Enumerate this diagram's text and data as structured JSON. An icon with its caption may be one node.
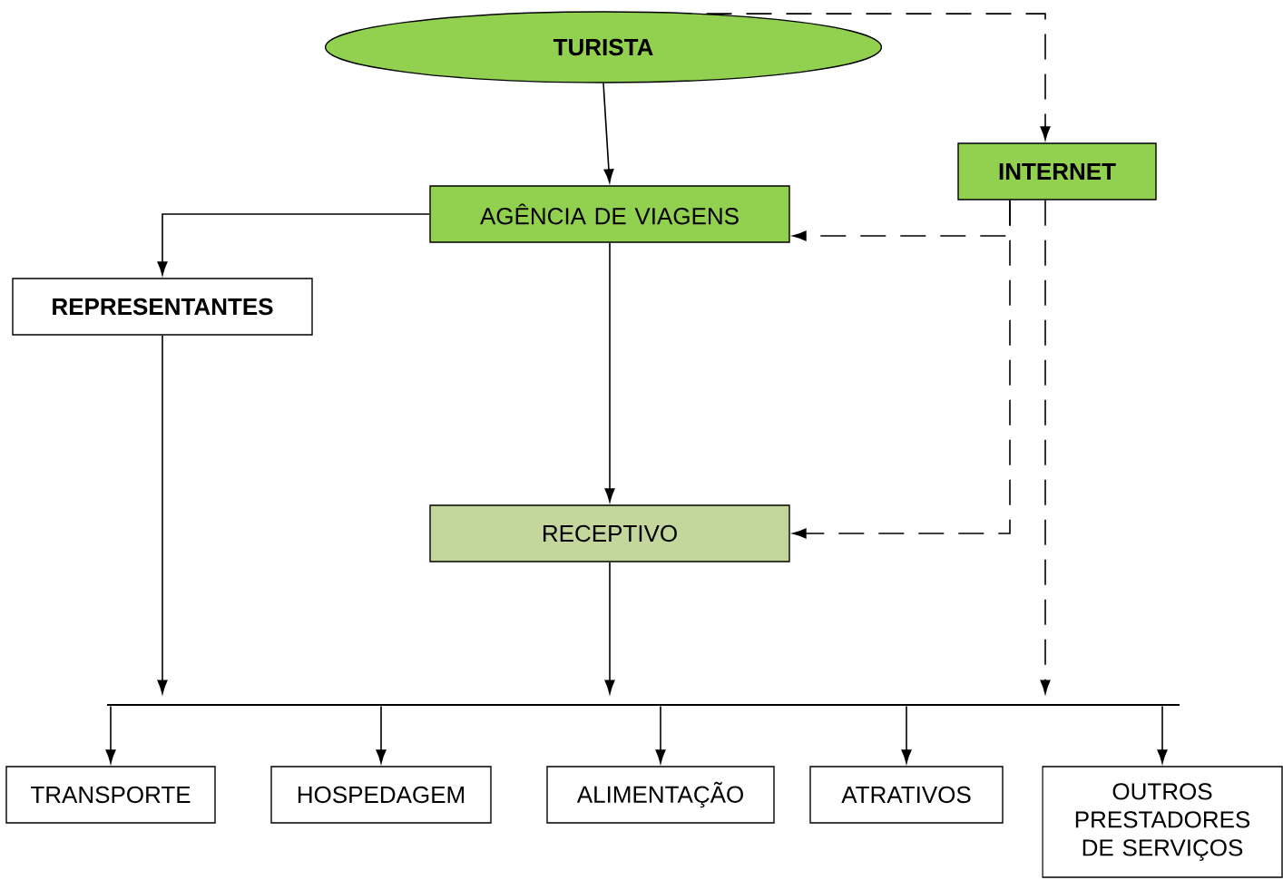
{
  "diagram": {
    "nodes": [
      {
        "text": [
          "TURISTA"
        ]
      },
      {
        "text": [
          "INTERNET"
        ]
      },
      {
        "text": [
          "AGÊNCIA DE VIAGENS"
        ]
      },
      {
        "text": [
          "REPRESENTANTES"
        ]
      },
      {
        "text": [
          "RECEPTIVO"
        ]
      },
      {
        "text": [],
        "shape": "bar"
      },
      {
        "text": [
          "TRANSPORTE"
        ]
      },
      {
        "text": [
          "HOSPEDAGEM"
        ]
      },
      {
        "text": [
          "ALIMENTAÇÃO"
        ]
      },
      {
        "text": [
          "ATRATIVOS"
        ]
      },
      {
        "text": [
          "OUTROS PRESTADORES DE SERVIÇOS"
        ]
      }
    ],
    "edges": [
      {
        "from": 0,
        "to": 2,
        "arrow": "to"
      },
      {
        "from": 0,
        "to": 1,
        "arrow": "to",
        "style": "dashed"
      },
      {
        "from": 2,
        "to": 3,
        "arrow": "to"
      },
      {
        "from": 2,
        "to": 4,
        "arrow": "to"
      },
      {
        "from": 1,
        "to": 2,
        "arrow": "to",
        "style": "dashed"
      },
      {
        "from": 1,
        "to": 4,
        "arrow": "to",
        "style": "dashed"
      },
      {
        "from": 1,
        "to": 5,
        "arrow": "to",
        "style": "dashed"
      },
      {
        "from": 3,
        "to": 5,
        "arrow": "to"
      },
      {
        "from": 4,
        "to": 5,
        "arrow": "to"
      },
      {
        "from": 5,
        "to": 6,
        "arrow": "to"
      },
      {
        "from": 5,
        "to": 7,
        "arrow": "to"
      },
      {
        "from": 5,
        "to": 8,
        "arrow": "to"
      },
      {
        "from": 5,
        "to": 9,
        "arrow": "to"
      },
      {
        "from": 5,
        "to": 10,
        "arrow": "to"
      }
    ]
  }
}
